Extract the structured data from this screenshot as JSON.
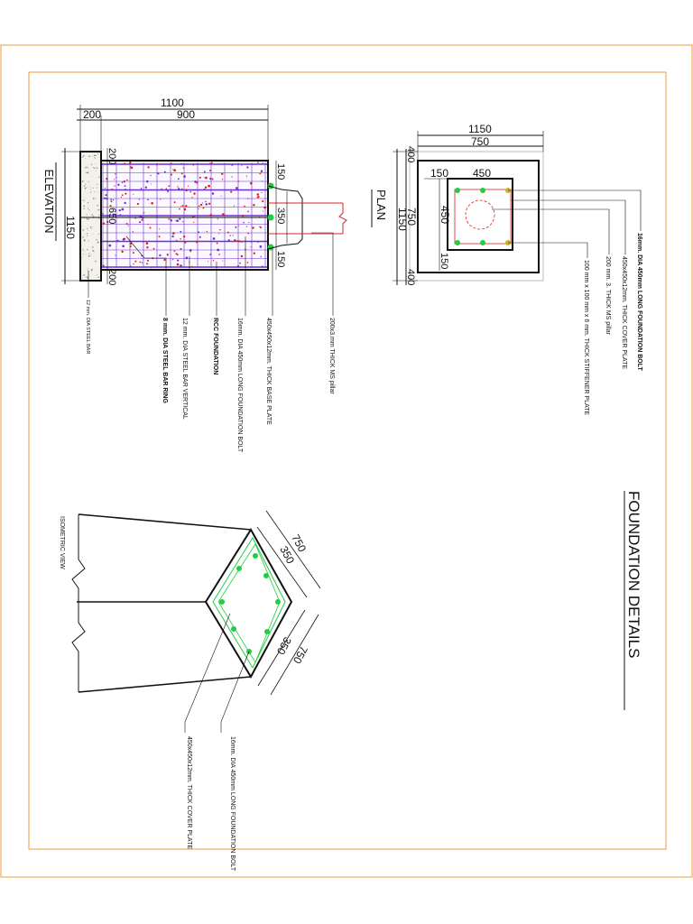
{
  "colors": {
    "border": "#f39a3c",
    "line": "#111111",
    "rebar": "#6b2fd6",
    "dots": "#e02020",
    "plate": "#22cc44",
    "pillar": "#e02020"
  },
  "title": "FOUNDATION DETAILS",
  "elevation": {
    "title": "ELEVATION",
    "dims": {
      "total_width": "1100",
      "left_width": "200",
      "right_width": "900",
      "height": "1150",
      "top_offset": "200",
      "bottom_offset": "200",
      "mid_height": "650",
      "right_top": "150",
      "right_mid": "350",
      "right_bottom": "150"
    },
    "labels": {
      "pillar": "200x3.mm THICK MS pillar",
      "base_plate": "450x450x12mm. THICK BASE PLATE",
      "bolt": "16mm. DIA 450mm LONG FOUNDATION BOLT",
      "rcc": "RCC FOUNDATION",
      "vertical_bar": "12 mm. DIA STEEL BAR VERTICAL",
      "ring": "8 mm. DIA STEEL BAR RING",
      "steel_bar": "12 mm. DIA STEEL BAR"
    }
  },
  "plan": {
    "title": "PLAN",
    "dims": {
      "outer": "1150",
      "inner": "750",
      "left_offset": "150",
      "plate": "450",
      "side_outer": "1150",
      "side_inner": "750",
      "side_plate": "450",
      "side_top": "400",
      "side_bottom": "400",
      "side_small": "150"
    },
    "labels": {
      "bolt": "16mm. DIA 450mm LONG FOUNDATION BOLT",
      "cover_plate": "450x450x12mm. THICK COVER PLATE",
      "pillar": "200 mm. 3. THICK MS pillar",
      "stiffener": "100 mm x 100 mm x 6 mm. THICK STIFFENER PLATE"
    }
  },
  "isometric": {
    "title": "ISOMETRIC VIEW",
    "dims": {
      "top_outer": "750",
      "top_inner": "350",
      "bottom_inner": "350",
      "bottom_outer": "750"
    },
    "labels": {
      "bolt": "16mm. DIA 450mm LONG FOUNDATION BOLT",
      "cover_plate": "450x450x12mm. THICK COVER PLATE"
    }
  }
}
